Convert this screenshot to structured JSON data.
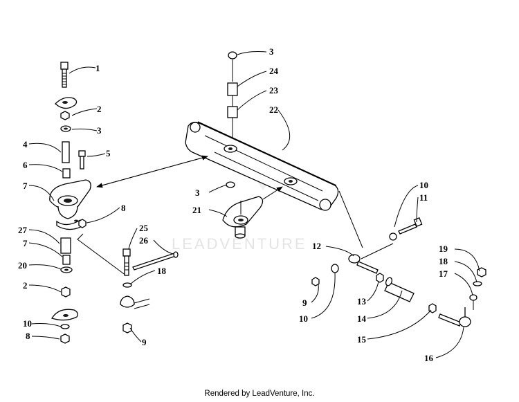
{
  "watermark": "LEADVENTURE",
  "footer": "Rendered by LeadVenture, Inc.",
  "callouts": [
    "1",
    "2",
    "3",
    "4",
    "5",
    "6",
    "7",
    "8",
    "27",
    "7",
    "20",
    "2",
    "10",
    "8",
    "25",
    "26",
    "18",
    "9",
    "3",
    "24",
    "23",
    "22",
    "3",
    "21",
    "10",
    "11",
    "12",
    "9",
    "10",
    "13",
    "14",
    "15",
    "19",
    "18",
    "17",
    "16"
  ]
}
